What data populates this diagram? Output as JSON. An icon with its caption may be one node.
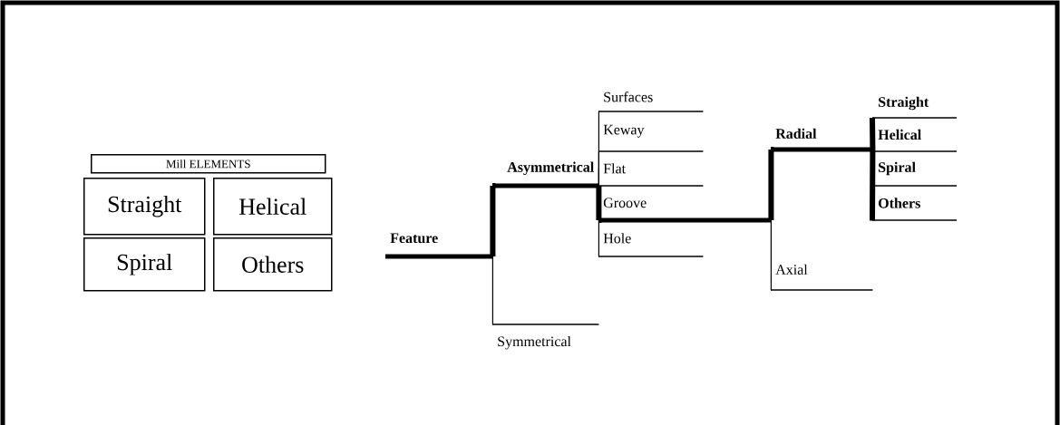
{
  "diagram": {
    "nodes": [
      {
        "text": [
          "Mill ELEMENTS"
        ]
      },
      {
        "text": [
          "Straight"
        ]
      },
      {
        "text": [
          "Helical"
        ]
      },
      {
        "text": [
          "Spiral"
        ]
      },
      {
        "text": [
          "Others"
        ]
      },
      {
        "text": [
          "Feature"
        ]
      },
      {
        "text": [
          "Asymmetrical"
        ]
      },
      {
        "text": [
          "Symmetrical"
        ]
      },
      {
        "text": [
          "Surfaces"
        ]
      },
      {
        "text": [
          "Keway"
        ]
      },
      {
        "text": [
          "Flat"
        ]
      },
      {
        "text": [
          "Groove"
        ]
      },
      {
        "text": [
          "Hole"
        ]
      },
      {
        "text": [
          "Radial"
        ]
      },
      {
        "text": [
          "Axial"
        ]
      },
      {
        "text": [
          "Straight",
          "Helical",
          "Spiral",
          "Others"
        ]
      }
    ],
    "edges": [
      {
        "from": 5,
        "to": 6,
        "arrow": "none",
        "style": "thick"
      },
      {
        "from": 5,
        "to": 7,
        "arrow": "none"
      },
      {
        "from": 6,
        "to": 8,
        "arrow": "none"
      },
      {
        "from": 6,
        "to": 9,
        "arrow": "none"
      },
      {
        "from": 6,
        "to": 10,
        "arrow": "none"
      },
      {
        "from": 6,
        "to": 11,
        "arrow": "none",
        "style": "thick"
      },
      {
        "from": 6,
        "to": 12,
        "arrow": "none"
      },
      {
        "from": 11,
        "to": 13,
        "arrow": "none",
        "style": "thick"
      },
      {
        "from": 11,
        "to": 14,
        "arrow": "none"
      },
      {
        "from": 13,
        "to": 15,
        "arrow": "none",
        "style": "thick"
      }
    ]
  }
}
